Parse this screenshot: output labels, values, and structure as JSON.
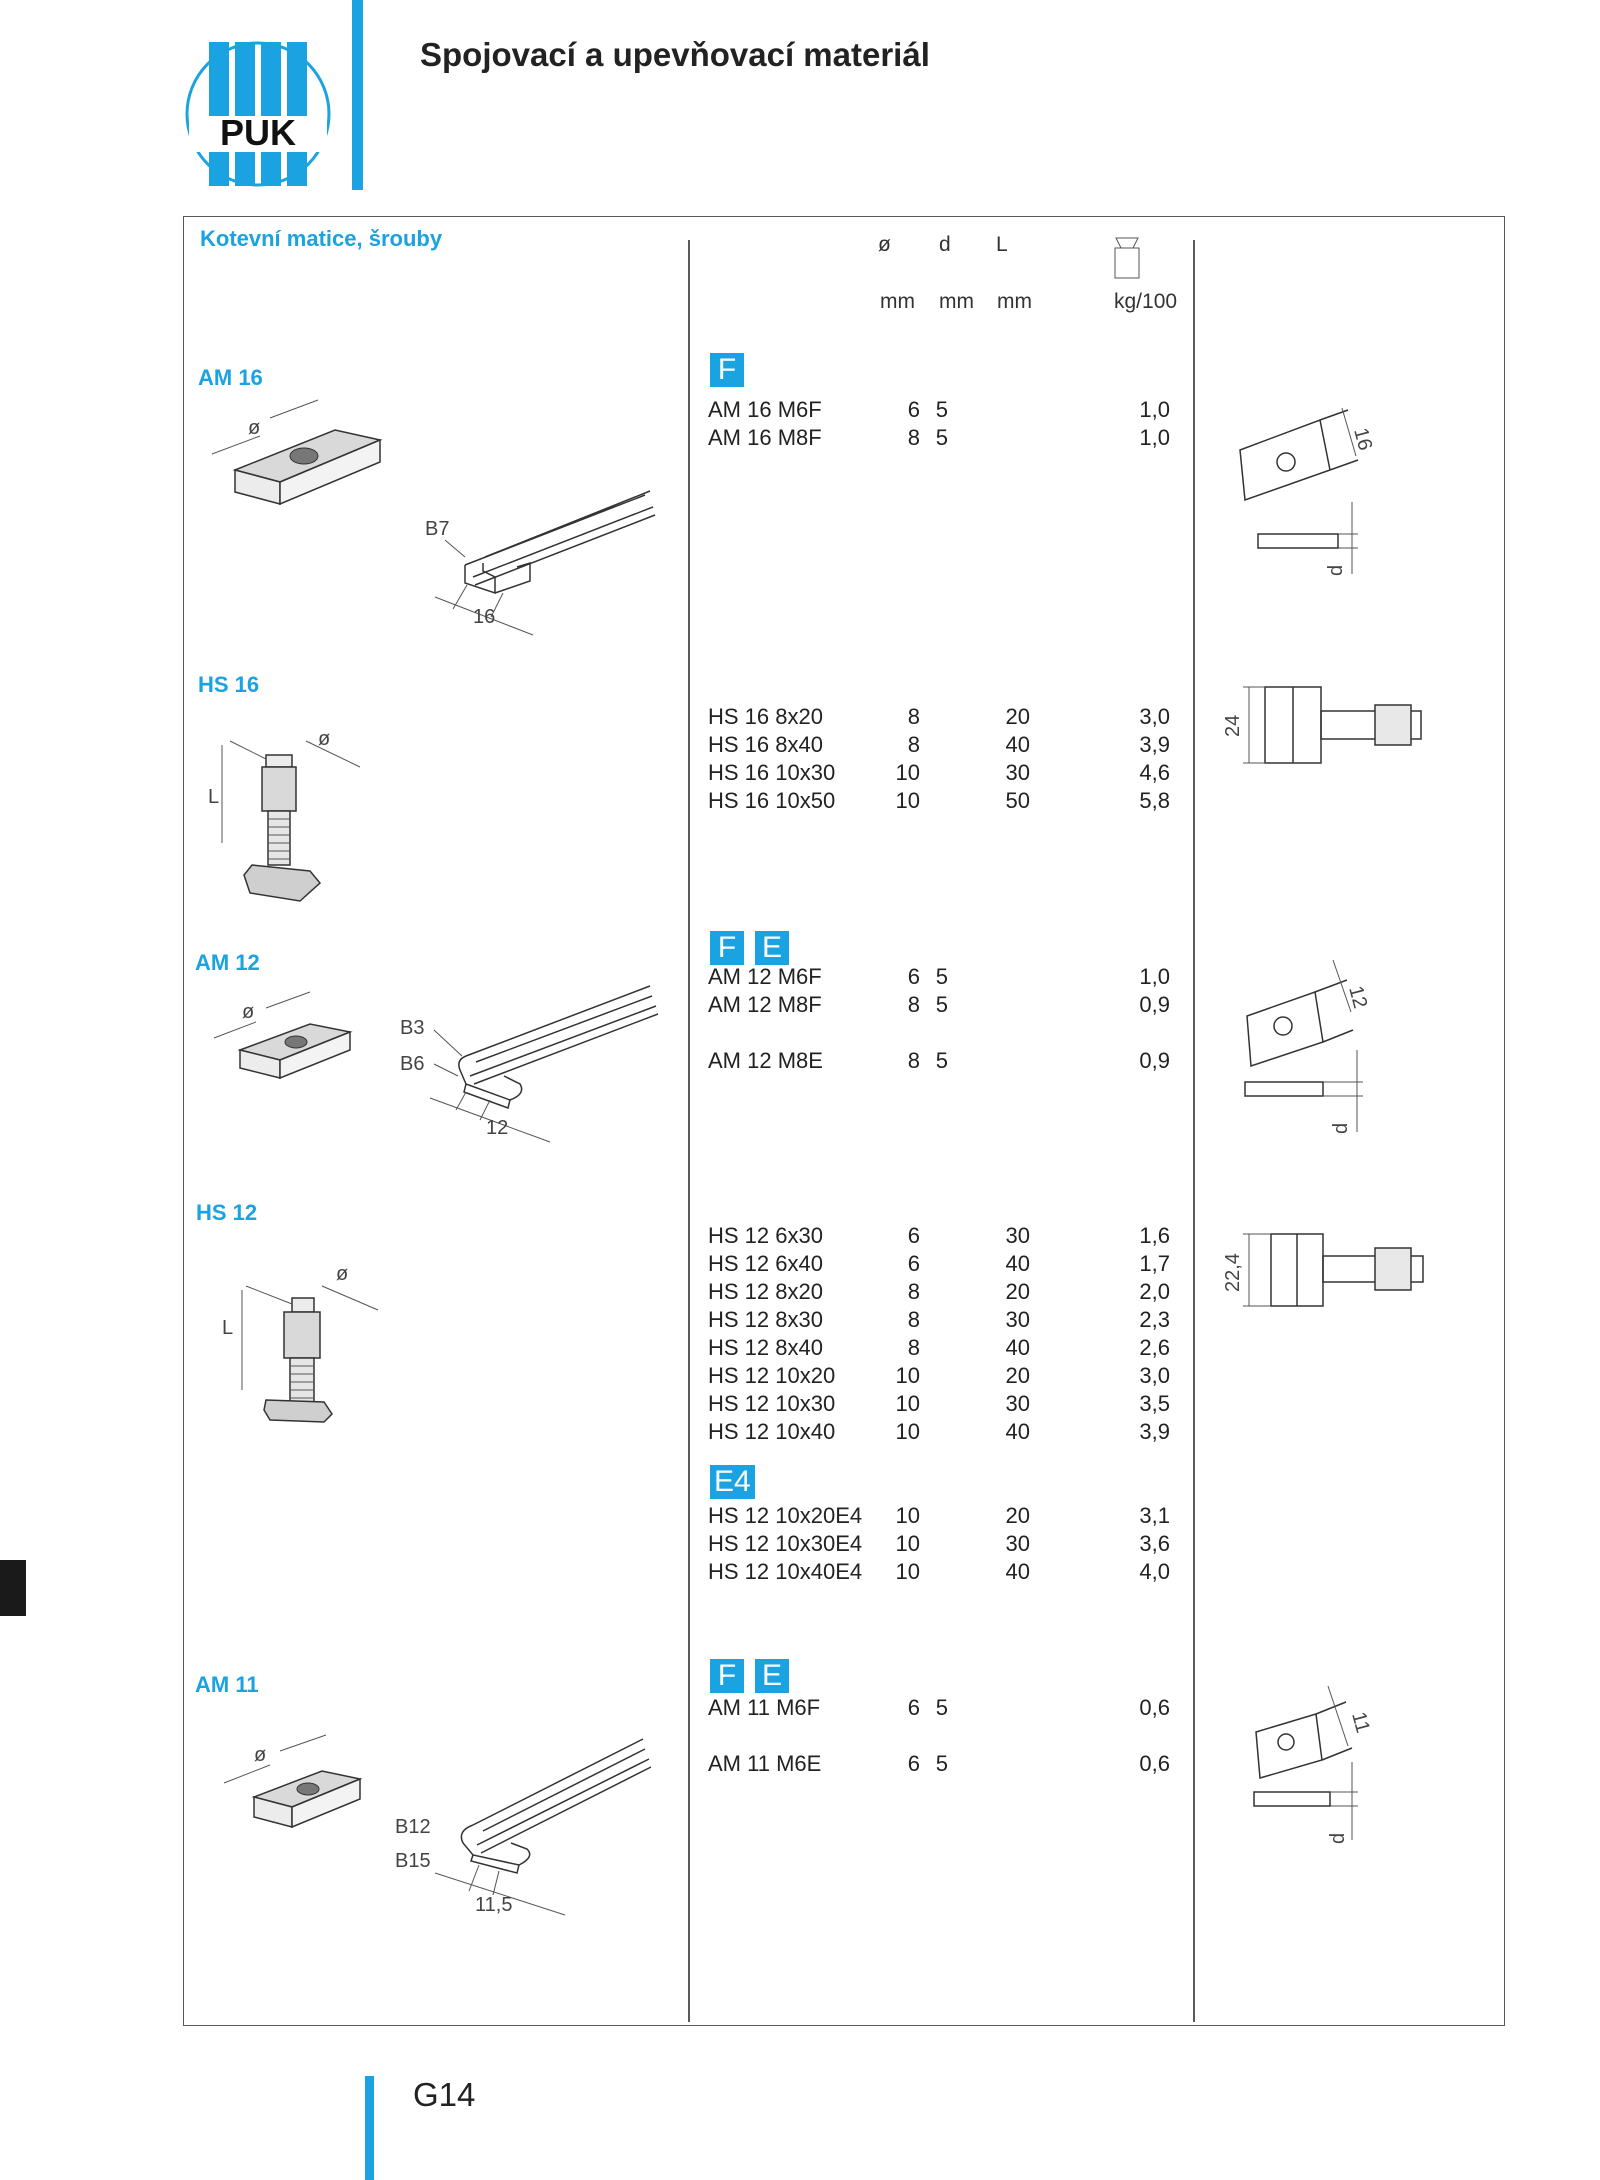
{
  "brand": {
    "name": "PUK",
    "color": "#1aa3e0"
  },
  "header": {
    "title": "Spojovací a upevňovací materiál"
  },
  "section": {
    "title": "Kotevní matice, šrouby"
  },
  "columns": {
    "diameter": "ø",
    "d": "d",
    "L": "L",
    "unit_diameter": "mm",
    "unit_d": "mm",
    "unit_L": "mm",
    "unit_weight": "kg/100",
    "weight_icon": "weight-icon"
  },
  "groups": [
    {
      "title": "AM 16",
      "badges": [
        "F"
      ],
      "rows": [
        {
          "code": "AM 16 M6F",
          "dia": "6",
          "d": "5",
          "L": "",
          "kg": "1,0"
        },
        {
          "code": "AM 16 M8F",
          "dia": "8",
          "d": "5",
          "L": "",
          "kg": "1,0"
        }
      ],
      "drawing": {
        "dia_label": "ø",
        "rail_label": "B7",
        "width_label": "16",
        "side_width": "16",
        "side_d": "d"
      }
    },
    {
      "title": "HS 16",
      "badges": [],
      "rows": [
        {
          "code": "HS 16 8x20",
          "dia": "8",
          "d": "",
          "L": "20",
          "kg": "3,0"
        },
        {
          "code": "HS 16 8x40",
          "dia": "8",
          "d": "",
          "L": "40",
          "kg": "3,9"
        },
        {
          "code": "HS 16 10x30",
          "dia": "10",
          "d": "",
          "L": "30",
          "kg": "4,6"
        },
        {
          "code": "HS 16 10x50",
          "dia": "10",
          "d": "",
          "L": "50",
          "kg": "5,8"
        }
      ],
      "drawing": {
        "dia_label": "ø",
        "len_label": "L",
        "height_label": "24"
      }
    },
    {
      "title": "AM 12",
      "badges": [
        "F",
        "E"
      ],
      "rows": [
        {
          "code": "AM 12 M6F",
          "dia": "6",
          "d": "5",
          "L": "",
          "kg": "1,0"
        },
        {
          "code": "AM 12 M8F",
          "dia": "8",
          "d": "5",
          "L": "",
          "kg": "0,9"
        },
        {
          "code": "AM 12 M8E",
          "dia": "8",
          "d": "5",
          "L": "",
          "kg": "0,9"
        }
      ],
      "drawing": {
        "dia_label": "ø",
        "rail_label_1": "B3",
        "rail_label_2": "B6",
        "width_label": "12",
        "side_width": "12",
        "side_d": "d"
      }
    },
    {
      "title": "HS 12",
      "badges": [],
      "rows": [
        {
          "code": "HS 12 6x30",
          "dia": "6",
          "d": "",
          "L": "30",
          "kg": "1,6"
        },
        {
          "code": "HS 12 6x40",
          "dia": "6",
          "d": "",
          "L": "40",
          "kg": "1,7"
        },
        {
          "code": "HS 12 8x20",
          "dia": "8",
          "d": "",
          "L": "20",
          "kg": "2,0"
        },
        {
          "code": "HS 12 8x30",
          "dia": "8",
          "d": "",
          "L": "30",
          "kg": "2,3"
        },
        {
          "code": "HS 12 8x40",
          "dia": "8",
          "d": "",
          "L": "40",
          "kg": "2,6"
        },
        {
          "code": "HS 12 10x20",
          "dia": "10",
          "d": "",
          "L": "20",
          "kg": "3,0"
        },
        {
          "code": "HS 12 10x30",
          "dia": "10",
          "d": "",
          "L": "30",
          "kg": "3,5"
        },
        {
          "code": "HS 12 10x40",
          "dia": "10",
          "d": "",
          "L": "40",
          "kg": "3,9"
        }
      ],
      "subgroup": {
        "badge": "E4",
        "rows": [
          {
            "code": "HS 12 10x20E4",
            "dia": "10",
            "d": "",
            "L": "20",
            "kg": "3,1"
          },
          {
            "code": "HS 12 10x30E4",
            "dia": "10",
            "d": "",
            "L": "30",
            "kg": "3,6"
          },
          {
            "code": "HS 12 10x40E4",
            "dia": "10",
            "d": "",
            "L": "40",
            "kg": "4,0"
          }
        ]
      },
      "drawing": {
        "dia_label": "ø",
        "len_label": "L",
        "height_label": "22,4"
      }
    },
    {
      "title": "AM 11",
      "badges": [
        "F",
        "E"
      ],
      "rows": [
        {
          "code": "AM 11 M6F",
          "dia": "6",
          "d": "5",
          "L": "",
          "kg": "0,6"
        },
        {
          "code": "AM 11 M6E",
          "dia": "6",
          "d": "5",
          "L": "",
          "kg": "0,6"
        }
      ],
      "drawing": {
        "dia_label": "ø",
        "rail_label_1": "B12",
        "rail_label_2": "B15",
        "width_label": "11,5",
        "side_width": "11",
        "side_d": "d"
      }
    }
  ],
  "footer": {
    "page": "G14"
  }
}
